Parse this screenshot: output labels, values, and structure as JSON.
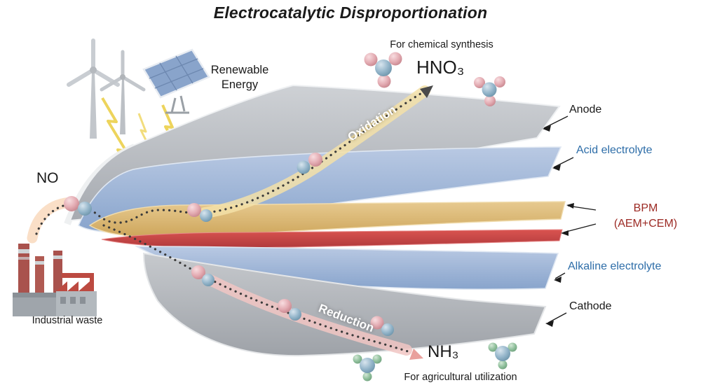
{
  "title": "Electrocatalytic Disproportionation",
  "energy": {
    "label": "Renewable Energy"
  },
  "inputs": {
    "no_label": "NO",
    "industrial_waste_label": "Industrial waste"
  },
  "oxidation": {
    "path_label": "Oxidation",
    "product": "HNO₃",
    "purpose": "For chemical synthesis"
  },
  "reduction": {
    "path_label": "Reduction",
    "product": "NH₃",
    "purpose": "For agricultural utilization"
  },
  "layers": [
    {
      "name": "anode",
      "label": "Anode",
      "color": "#b4b8bd",
      "label_color": "#1a1a1a"
    },
    {
      "name": "acid-electrolyte",
      "label": "Acid electrolyte",
      "color": "#9db4d6",
      "label_color": "#2d6da8"
    },
    {
      "name": "bpm",
      "label": "BPM",
      "label2": "(AEM+CEM)",
      "color": "#d9b36a",
      "color2": "#c8403f",
      "label_color": "#9c2a24"
    },
    {
      "name": "alkaline-electrolyte",
      "label": "Alkaline electrolyte",
      "color": "#9db4d6",
      "label_color": "#2d6da8"
    },
    {
      "name": "cathode",
      "label": "Cathode",
      "color": "#b4b8bd",
      "label_color": "#1a1a1a"
    }
  ],
  "colors": {
    "atom_pink": "#e3aab0",
    "atom_blue": "#8fb3c9",
    "atom_green": "#8fbf9b",
    "electrode_gray": "#b4b8bd",
    "electrolyte_blue": "#9db4d6",
    "aem_yellow": "#d9b36a",
    "cem_red": "#c8403f",
    "lightning_yellow": "#ecd04b",
    "oxidation_glow": "#f3e0a8",
    "reduction_glow": "#f1c6c3"
  }
}
